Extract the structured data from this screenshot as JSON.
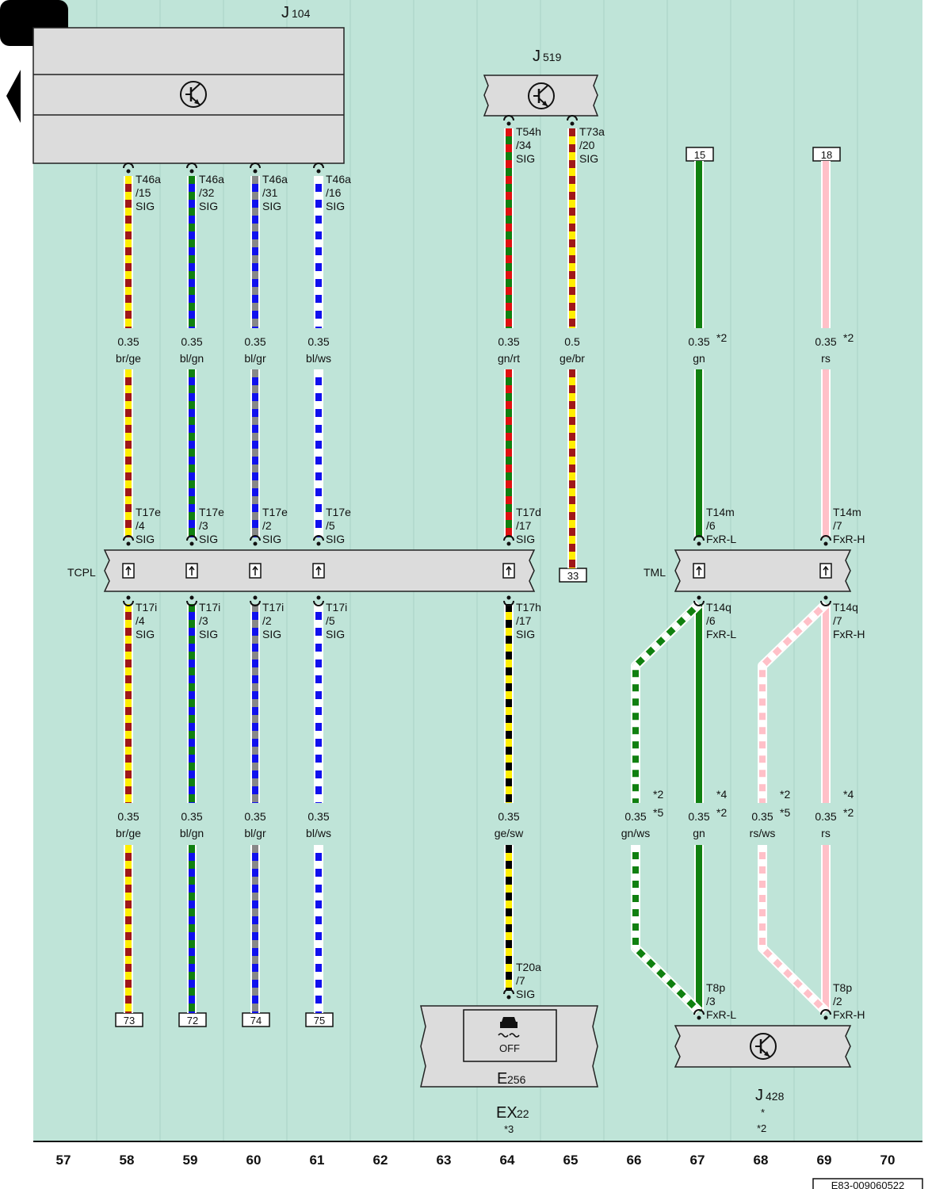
{
  "colors": {
    "background": "#bfe4d8",
    "component_fill": "#dcdcdc",
    "wire_codes": {
      "br": "#a01818",
      "ge": "#ffee00",
      "bl": "#1010ee",
      "gn": "#108010",
      "gr": "#888888",
      "ws": "#ffffff",
      "rt": "#e01010",
      "sw": "#000000",
      "rs": "#ffc0c8"
    }
  },
  "components": {
    "j104": {
      "name": "J",
      "sub": "104",
      "icon": "transistor-icon"
    },
    "j519": {
      "name": "J",
      "sub": "519",
      "icon": "transistor-icon"
    },
    "e256": {
      "name": "E",
      "sub": "256",
      "icon": "traction-control-off-icon",
      "icon_text": "OFF"
    },
    "ex22": {
      "name": "EX",
      "sub": "22",
      "note": "*3"
    },
    "j428": {
      "name": "J",
      "sub": "428",
      "icon": "transistor-icon",
      "notes": [
        "*",
        "*2"
      ]
    },
    "tcpl": {
      "label": "TCPL"
    },
    "tml": {
      "label": "TML"
    }
  },
  "terminals": [
    "15",
    "18",
    "33",
    "73",
    "72",
    "74",
    "75"
  ],
  "wires": [
    {
      "id": "w58",
      "pin_top": [
        "T46a",
        "/15",
        "SIG"
      ],
      "section1": {
        "size": "0.35",
        "code": "br/ge"
      },
      "pin_bus_top": [
        "T17e",
        "/4",
        "SIG"
      ],
      "pin_bus_bottom": [
        "T17i",
        "/4",
        "SIG"
      ],
      "section2": {
        "size": "0.35",
        "code": "br/ge"
      },
      "end": "73"
    },
    {
      "id": "w59",
      "pin_top": [
        "T46a",
        "/32",
        "SIG"
      ],
      "section1": {
        "size": "0.35",
        "code": "bl/gn"
      },
      "pin_bus_top": [
        "T17e",
        "/3",
        "SIG"
      ],
      "pin_bus_bottom": [
        "T17i",
        "/3",
        "SIG"
      ],
      "section2": {
        "size": "0.35",
        "code": "bl/gn"
      },
      "end": "72"
    },
    {
      "id": "w60",
      "pin_top": [
        "T46a",
        "/31",
        "SIG"
      ],
      "section1": {
        "size": "0.35",
        "code": "bl/gr"
      },
      "pin_bus_top": [
        "T17e",
        "/2",
        "SIG"
      ],
      "pin_bus_bottom": [
        "T17i",
        "/2",
        "SIG"
      ],
      "section2": {
        "size": "0.35",
        "code": "bl/gr"
      },
      "end": "74"
    },
    {
      "id": "w61",
      "pin_top": [
        "T46a",
        "/16",
        "SIG"
      ],
      "section1": {
        "size": "0.35",
        "code": "bl/ws"
      },
      "pin_bus_top": [
        "T17e",
        "/5",
        "SIG"
      ],
      "pin_bus_bottom": [
        "T17i",
        "/5",
        "SIG"
      ],
      "section2": {
        "size": "0.35",
        "code": "bl/ws"
      },
      "end": "75"
    },
    {
      "id": "w64",
      "pin_top": [
        "T54h",
        "/34",
        "SIG"
      ],
      "section1": {
        "size": "0.35",
        "code": "gn/rt"
      },
      "pin_bus_top": [
        "T17d",
        "/17",
        "SIG"
      ],
      "pin_bus_bottom": [
        "T17h",
        "/17",
        "SIG"
      ],
      "section2": {
        "size": "0.35",
        "code": "ge/sw"
      },
      "pin_end": [
        "T20a",
        "/7",
        "SIG"
      ]
    },
    {
      "id": "w65",
      "pin_top": [
        "T73a",
        "/20",
        "SIG"
      ],
      "section1": {
        "size": "0.5",
        "code": "ge/br"
      },
      "end": "33"
    },
    {
      "id": "w67",
      "start": "15",
      "section1": {
        "size": "0.35",
        "code": "gn",
        "notes": [
          "*2"
        ]
      },
      "pin_bus_top": [
        "T14m",
        "/6",
        "FxR-L"
      ],
      "pin_bus_bottom": [
        "T14q",
        "/6",
        "FxR-L"
      ],
      "section2": {
        "size": "0.35",
        "code": "gn",
        "notes": [
          "*4",
          "*2"
        ]
      },
      "pin_end": [
        "T8p",
        "/3",
        "FxR-L"
      ]
    },
    {
      "id": "w69",
      "start": "18",
      "section1": {
        "size": "0.35",
        "code": "rs",
        "notes": [
          "*2"
        ]
      },
      "pin_bus_top": [
        "T14m",
        "/7",
        "FxR-H"
      ],
      "pin_bus_bottom": [
        "T14q",
        "/7",
        "FxR-H"
      ],
      "section2": {
        "size": "0.35",
        "code": "rs",
        "notes": [
          "*4",
          "*2"
        ]
      },
      "pin_end": [
        "T8p",
        "/2",
        "FxR-H"
      ]
    },
    {
      "id": "w66",
      "section2": {
        "size": "0.35",
        "code": "gn/ws",
        "notes": [
          "*2",
          "*5"
        ]
      }
    },
    {
      "id": "w68",
      "section2": {
        "size": "0.35",
        "code": "rs/ws",
        "notes": [
          "*2",
          "*5"
        ]
      }
    }
  ],
  "columns": [
    "57",
    "58",
    "59",
    "60",
    "61",
    "62",
    "63",
    "64",
    "65",
    "66",
    "67",
    "68",
    "69",
    "70"
  ],
  "footer_code": "E83-009060522"
}
